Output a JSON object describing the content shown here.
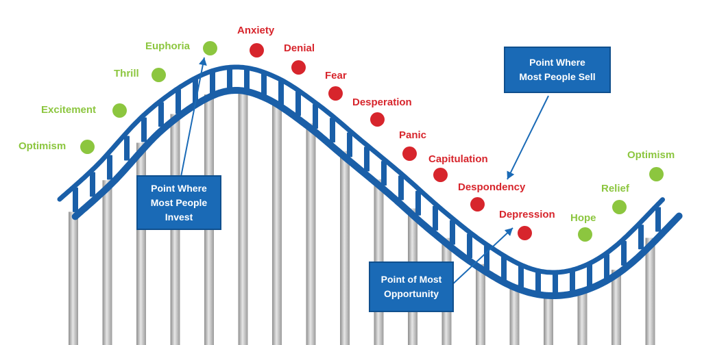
{
  "emotions": [
    {
      "id": "optimism-start",
      "label": "Optimism",
      "tone": "positive"
    },
    {
      "id": "excitement",
      "label": "Excitement",
      "tone": "positive"
    },
    {
      "id": "thrill",
      "label": "Thrill",
      "tone": "positive"
    },
    {
      "id": "euphoria",
      "label": "Euphoria",
      "tone": "positive"
    },
    {
      "id": "anxiety",
      "label": "Anxiety",
      "tone": "negative"
    },
    {
      "id": "denial",
      "label": "Denial",
      "tone": "negative"
    },
    {
      "id": "fear",
      "label": "Fear",
      "tone": "negative"
    },
    {
      "id": "desperation",
      "label": "Desperation",
      "tone": "negative"
    },
    {
      "id": "panic",
      "label": "Panic",
      "tone": "negative"
    },
    {
      "id": "capitulation",
      "label": "Capitulation",
      "tone": "negative"
    },
    {
      "id": "despondency",
      "label": "Despondency",
      "tone": "negative"
    },
    {
      "id": "depression",
      "label": "Depression",
      "tone": "negative"
    },
    {
      "id": "hope",
      "label": "Hope",
      "tone": "positive"
    },
    {
      "id": "relief",
      "label": "Relief",
      "tone": "positive"
    },
    {
      "id": "optimism-end",
      "label": "Optimism",
      "tone": "positive"
    }
  ],
  "callouts": {
    "invest": {
      "line1": "Point Where",
      "line2": "Most People",
      "line3": "Invest"
    },
    "sell": {
      "line1": "Point Where",
      "line2": "Most  People Sell"
    },
    "opportunity": {
      "line1": "Point of  Most",
      "line2": "Opportunity"
    }
  },
  "colors": {
    "positive": "#8cc63f",
    "negative": "#d7252c",
    "track": "#1a5fa8",
    "callout": "#1a6ab6",
    "pillar": "#b8b8b8"
  }
}
